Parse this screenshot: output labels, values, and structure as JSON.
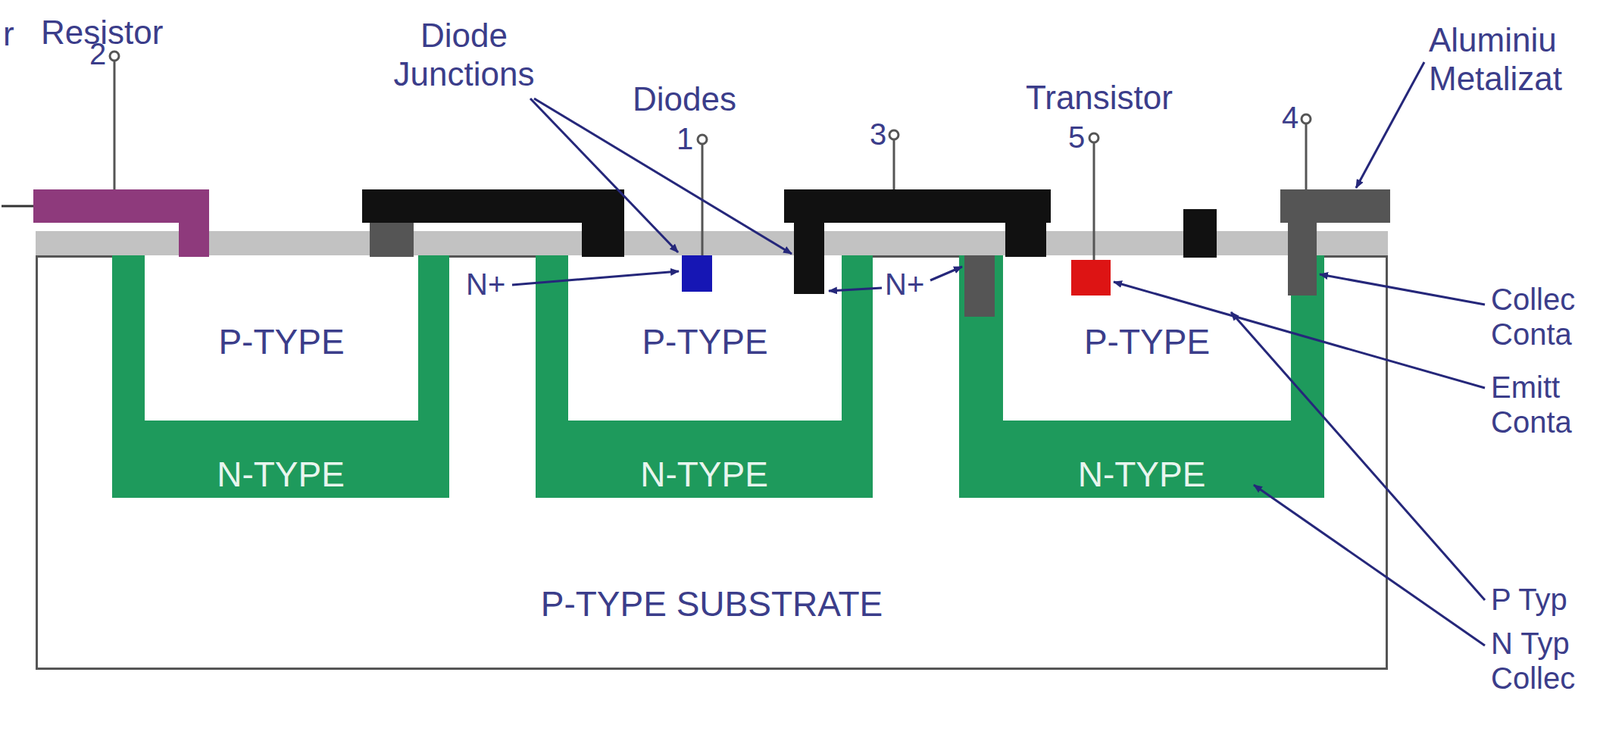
{
  "diagram": {
    "nodes": [
      {
        "text": [
          "P-TYPE SUBSTRATE"
        ]
      },
      {
        "text": [
          "N-TYPE"
        ],
        "in": 0
      },
      {
        "text": [
          "P-TYPE"
        ],
        "in": 1
      },
      {
        "text": [
          "N-TYPE"
        ],
        "in": 0
      },
      {
        "text": [
          "P-TYPE"
        ],
        "in": 3
      },
      {
        "text": [
          "N-TYPE"
        ],
        "in": 0
      },
      {
        "text": [
          "P-TYPE"
        ],
        "in": 5
      }
    ],
    "labels": [
      "r",
      "Resistor",
      "2",
      "Diode Junctions",
      "Diodes",
      "1",
      "3",
      "Transistor",
      "5",
      "4",
      "Aluminiu Metalizat",
      "N+",
      "N+",
      "Collec Conta",
      "Emitt Conta",
      "P Typ",
      "N Typ Collec"
    ]
  }
}
